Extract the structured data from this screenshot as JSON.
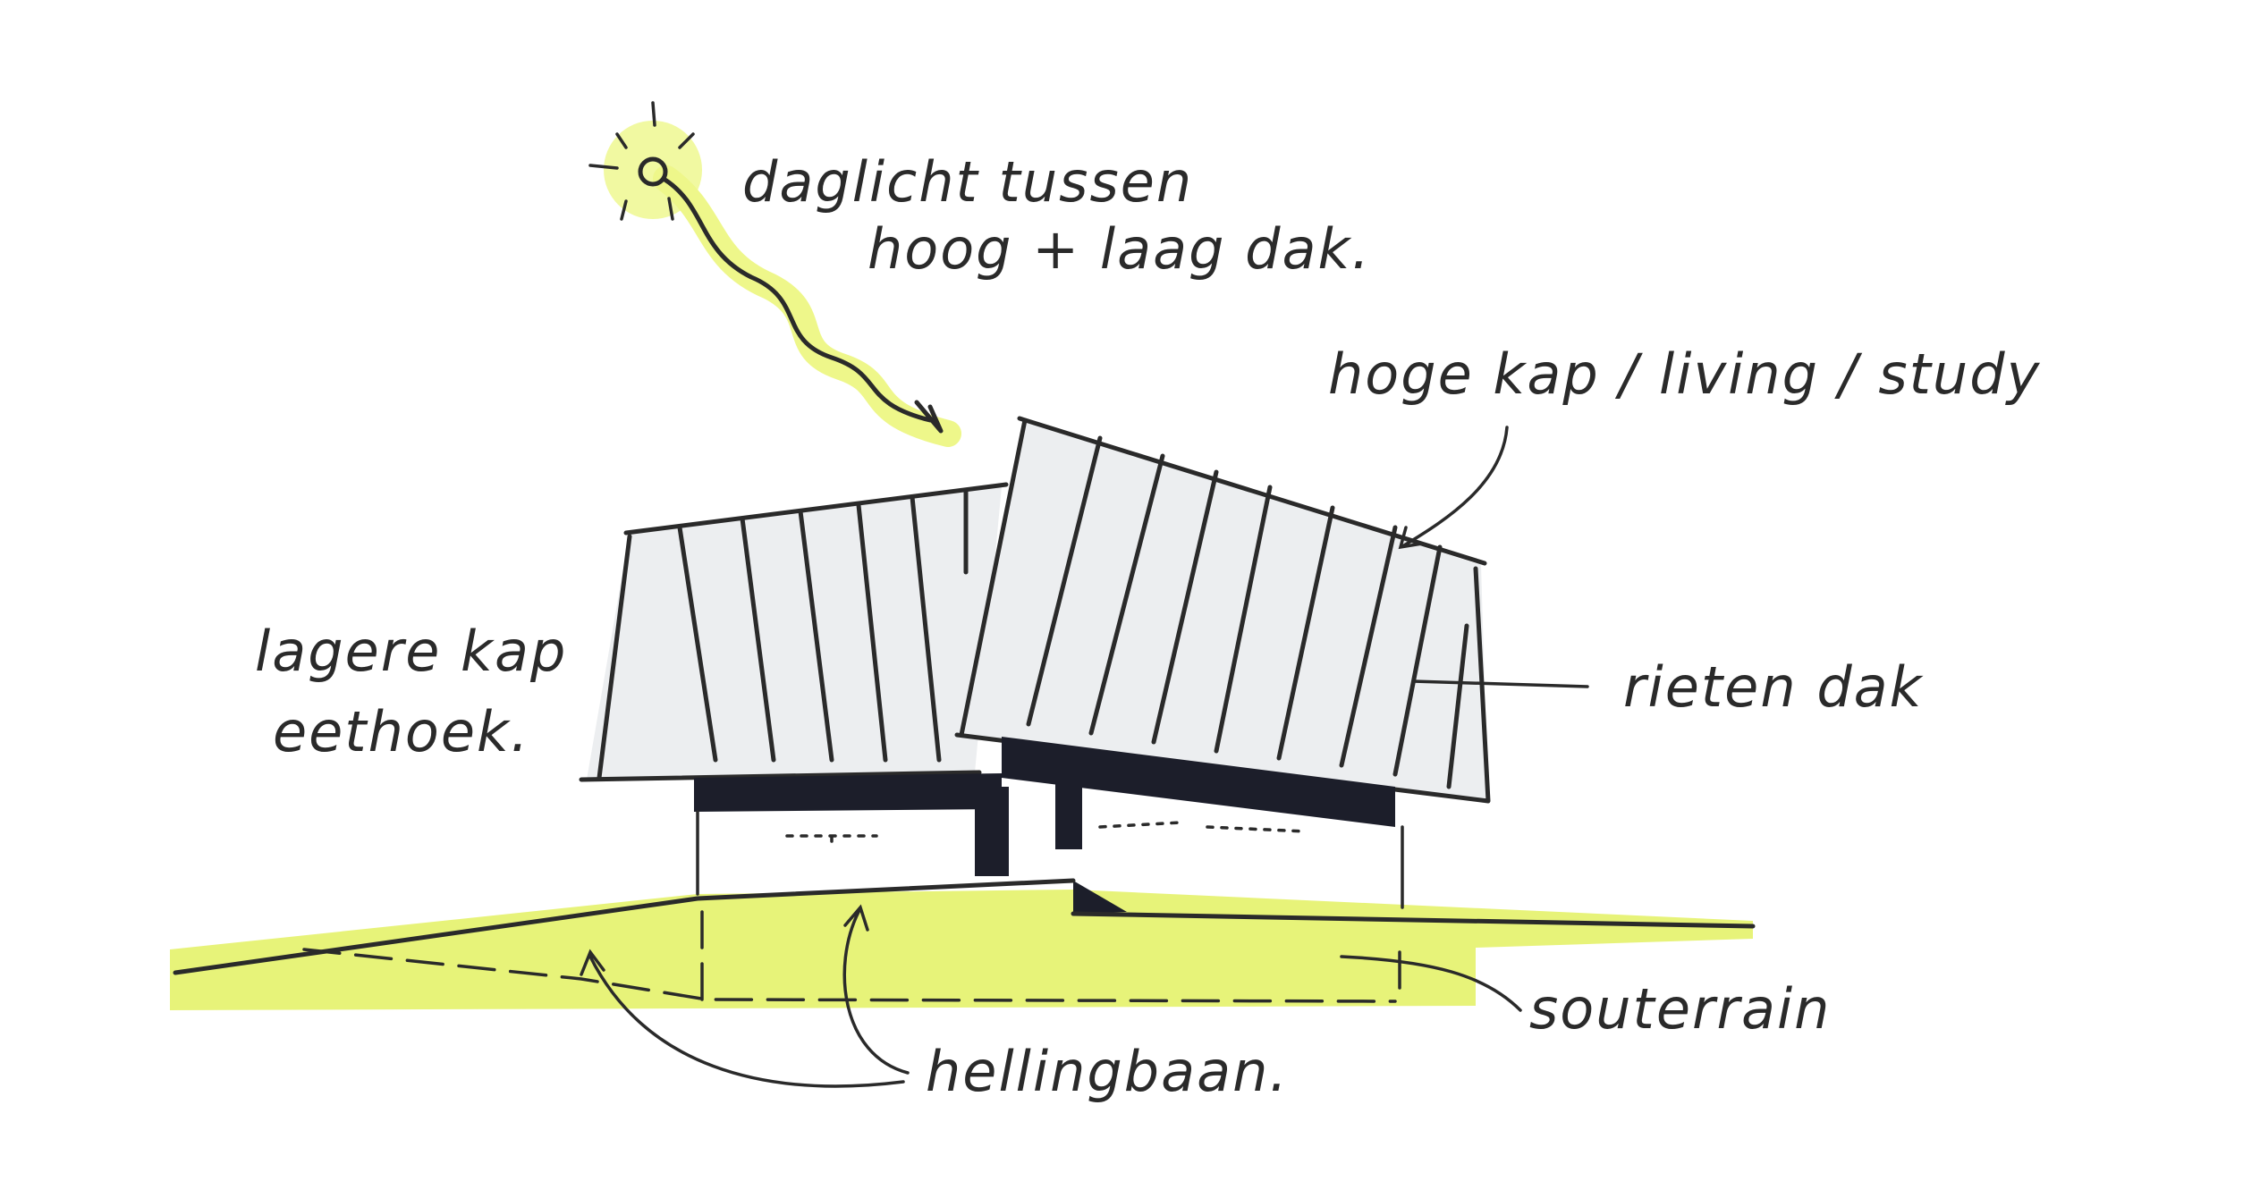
{
  "colors": {
    "highlight": "#e4f26a",
    "roof_fill": "#eceef0",
    "ink": "#2a2a2a",
    "beam": "#1c1e2a"
  },
  "labels": {
    "daylight_line1": "daglicht tussen",
    "daylight_line2": "hoog + laag dak.",
    "high_roof": "hoge kap / living / study",
    "low_roof_line1": "lagere kap",
    "low_roof_line2": "eethoek.",
    "thatched_roof": "rieten dak",
    "basement": "souterrain",
    "ramp": "hellingbaan."
  },
  "icons": {
    "sun": "sun-icon"
  }
}
